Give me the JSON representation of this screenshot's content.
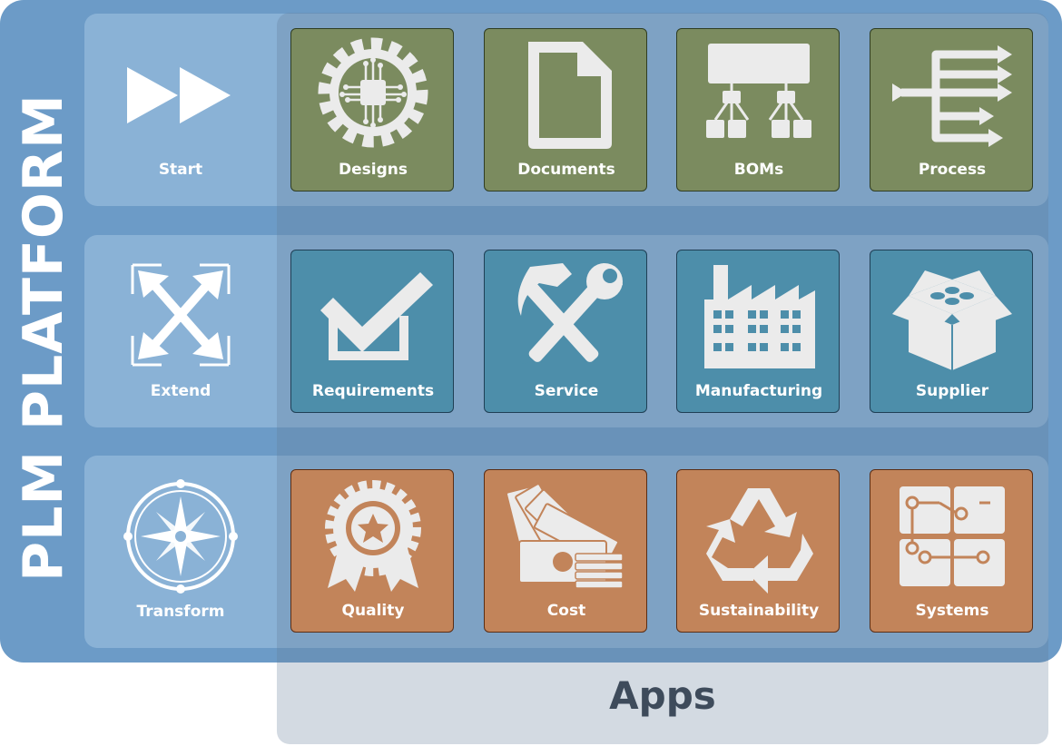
{
  "platform": {
    "title": "PLM PLATFORM"
  },
  "apps": {
    "label": "Apps"
  },
  "colors": {
    "platform": "#6c9bc7",
    "row_band": "#8ab2d6",
    "row1_tile": "#7b8b5f",
    "row2_tile": "#4d8eaa",
    "row3_tile": "#c2845a",
    "apps_text": "#3e4b5b"
  },
  "rows": [
    {
      "stage": {
        "label": "Start",
        "icon": "fast-forward-icon"
      },
      "tiles": [
        {
          "label": "Designs",
          "icon": "chip-gear-icon"
        },
        {
          "label": "Documents",
          "icon": "document-icon"
        },
        {
          "label": "BOMs",
          "icon": "hierarchy-icon"
        },
        {
          "label": "Process",
          "icon": "branching-arrows-icon"
        }
      ]
    },
    {
      "stage": {
        "label": "Extend",
        "icon": "expand-arrows-icon"
      },
      "tiles": [
        {
          "label": "Requirements",
          "icon": "checkbox-icon"
        },
        {
          "label": "Service",
          "icon": "hammer-wrench-icon"
        },
        {
          "label": "Manufacturing",
          "icon": "factory-icon"
        },
        {
          "label": "Supplier",
          "icon": "open-box-icon"
        }
      ]
    },
    {
      "stage": {
        "label": "Transform",
        "icon": "compass-icon"
      },
      "tiles": [
        {
          "label": "Quality",
          "icon": "award-badge-icon"
        },
        {
          "label": "Cost",
          "icon": "money-icon"
        },
        {
          "label": "Sustainability",
          "icon": "recycle-icon"
        },
        {
          "label": "Systems",
          "icon": "system-blocks-icon"
        }
      ]
    }
  ]
}
